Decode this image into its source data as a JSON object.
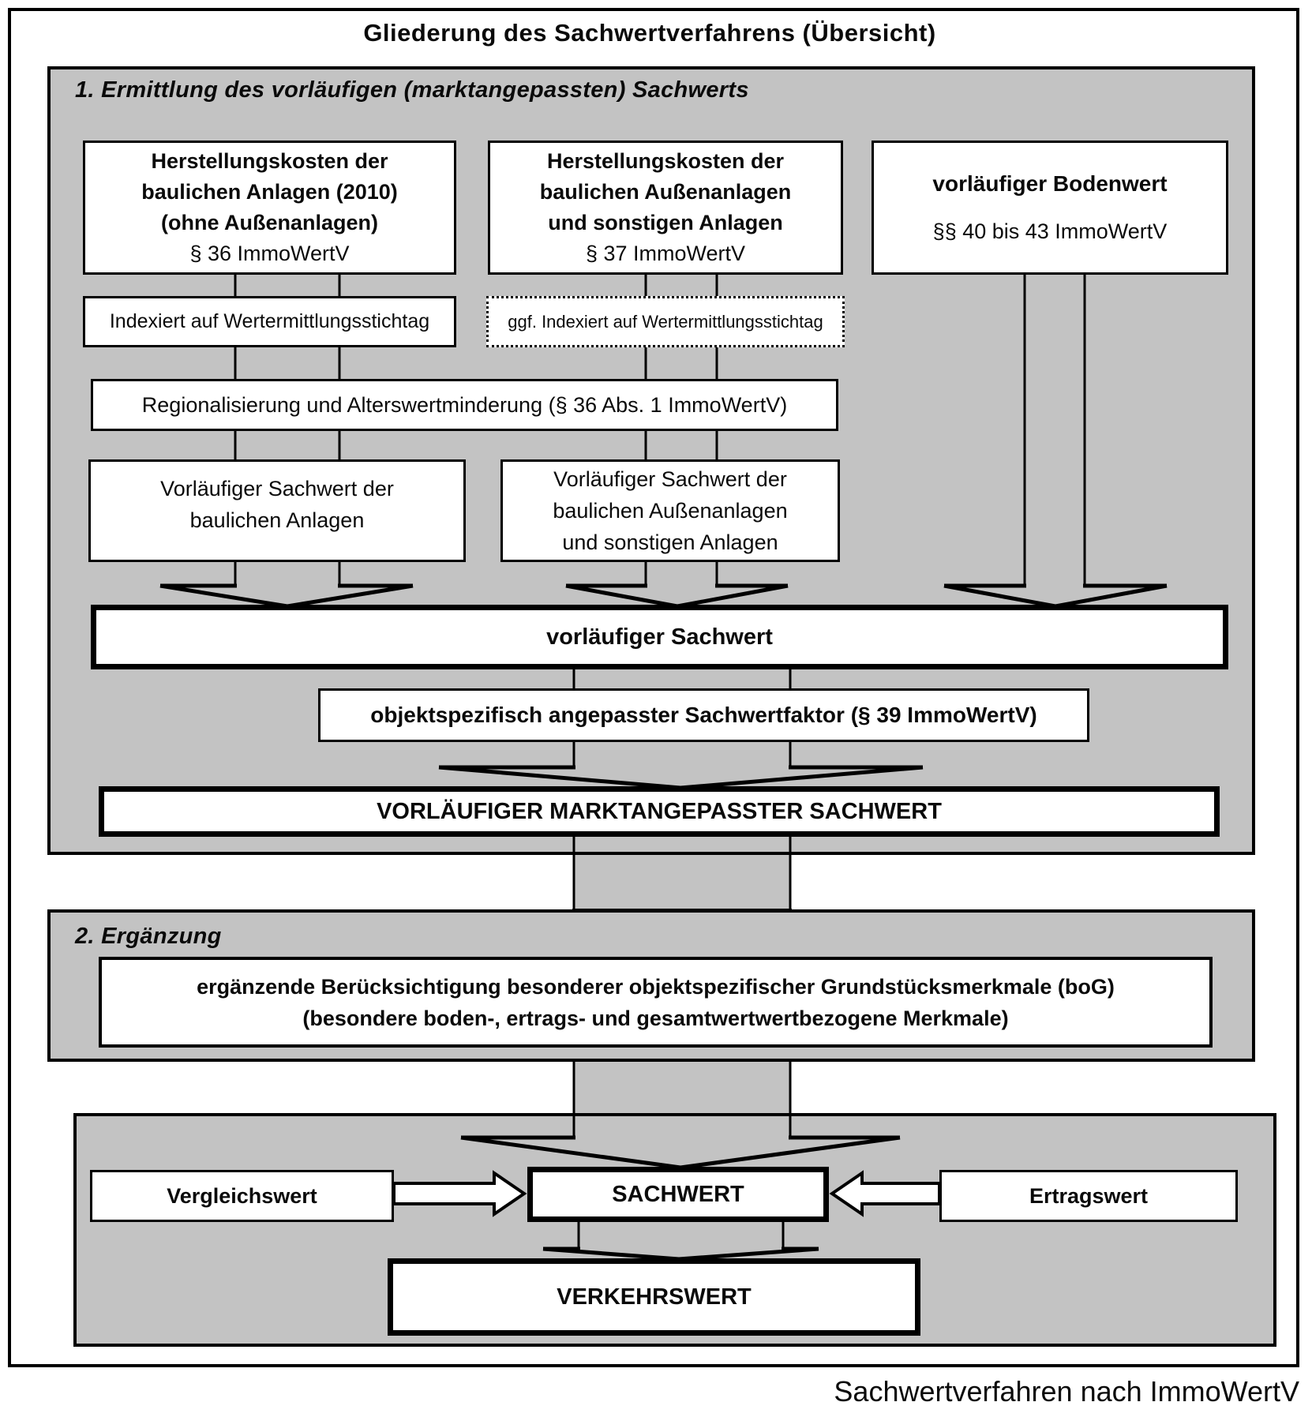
{
  "title": "Gliederung des Sachwertverfahrens (Übersicht)",
  "caption": "Sachwertverfahren nach ImmoWertV",
  "colors": {
    "section_bg": "#c3c3c3",
    "box_bg": "#ffffff",
    "line": "#000000"
  },
  "section1": {
    "heading": "1. Ermittlung des vorläufigen (marktangepassten) Sachwerts",
    "herstellungskosten_anlagen": {
      "l1": "Herstellungskosten der",
      "l2": "baulichen Anlagen (2010)",
      "l3": "(ohne Außenanlagen)",
      "ref": "§ 36 ImmoWertV"
    },
    "herstellungskosten_aussen": {
      "l1": "Herstellungskosten der",
      "l2": "baulichen Außenanlagen",
      "l3": "und sonstigen Anlagen",
      "ref": "§ 37 ImmoWertV"
    },
    "bodenwert": {
      "title": "vorläufiger Bodenwert",
      "ref": "§§ 40 bis 43 ImmoWertV"
    },
    "indexiert": "Indexiert auf Wertermittlungsstichtag",
    "indexiert_ggf": "ggf. Indexiert auf Wertermittlungsstichtag",
    "regionalisierung": "Regionalisierung und Alterswertminderung (§ 36 Abs. 1 ImmoWertV)",
    "vorl_sachwert_anlagen": {
      "l1": "Vorläufiger Sachwert der",
      "l2": "baulichen Anlagen"
    },
    "vorl_sachwert_aussen": {
      "l1": "Vorläufiger Sachwert der",
      "l2": "baulichen Außenanlagen",
      "l3": "und sonstigen Anlagen"
    },
    "vorl_sachwert": "vorläufiger Sachwert",
    "sachwertfaktor": "objektspezifisch angepasster Sachwertfaktor (§ 39 ImmoWertV)",
    "marktangepasst": "VORLÄUFIGER MARKTANGEPASSTER SACHWERT"
  },
  "section2": {
    "heading": "2. Ergänzung",
    "bog_l1": "ergänzende Berücksichtigung besonderer objektspezifischer Grundstücksmerkmale (boG)",
    "bog_l2": "(besondere boden-, ertrags- und gesamtwertwertbezogene Merkmale)"
  },
  "section3": {
    "vergleichswert": "Vergleichswert",
    "sachwert": "SACHWERT",
    "ertragswert": "Ertragswert",
    "verkehrswert": "VERKEHRSWERT"
  }
}
